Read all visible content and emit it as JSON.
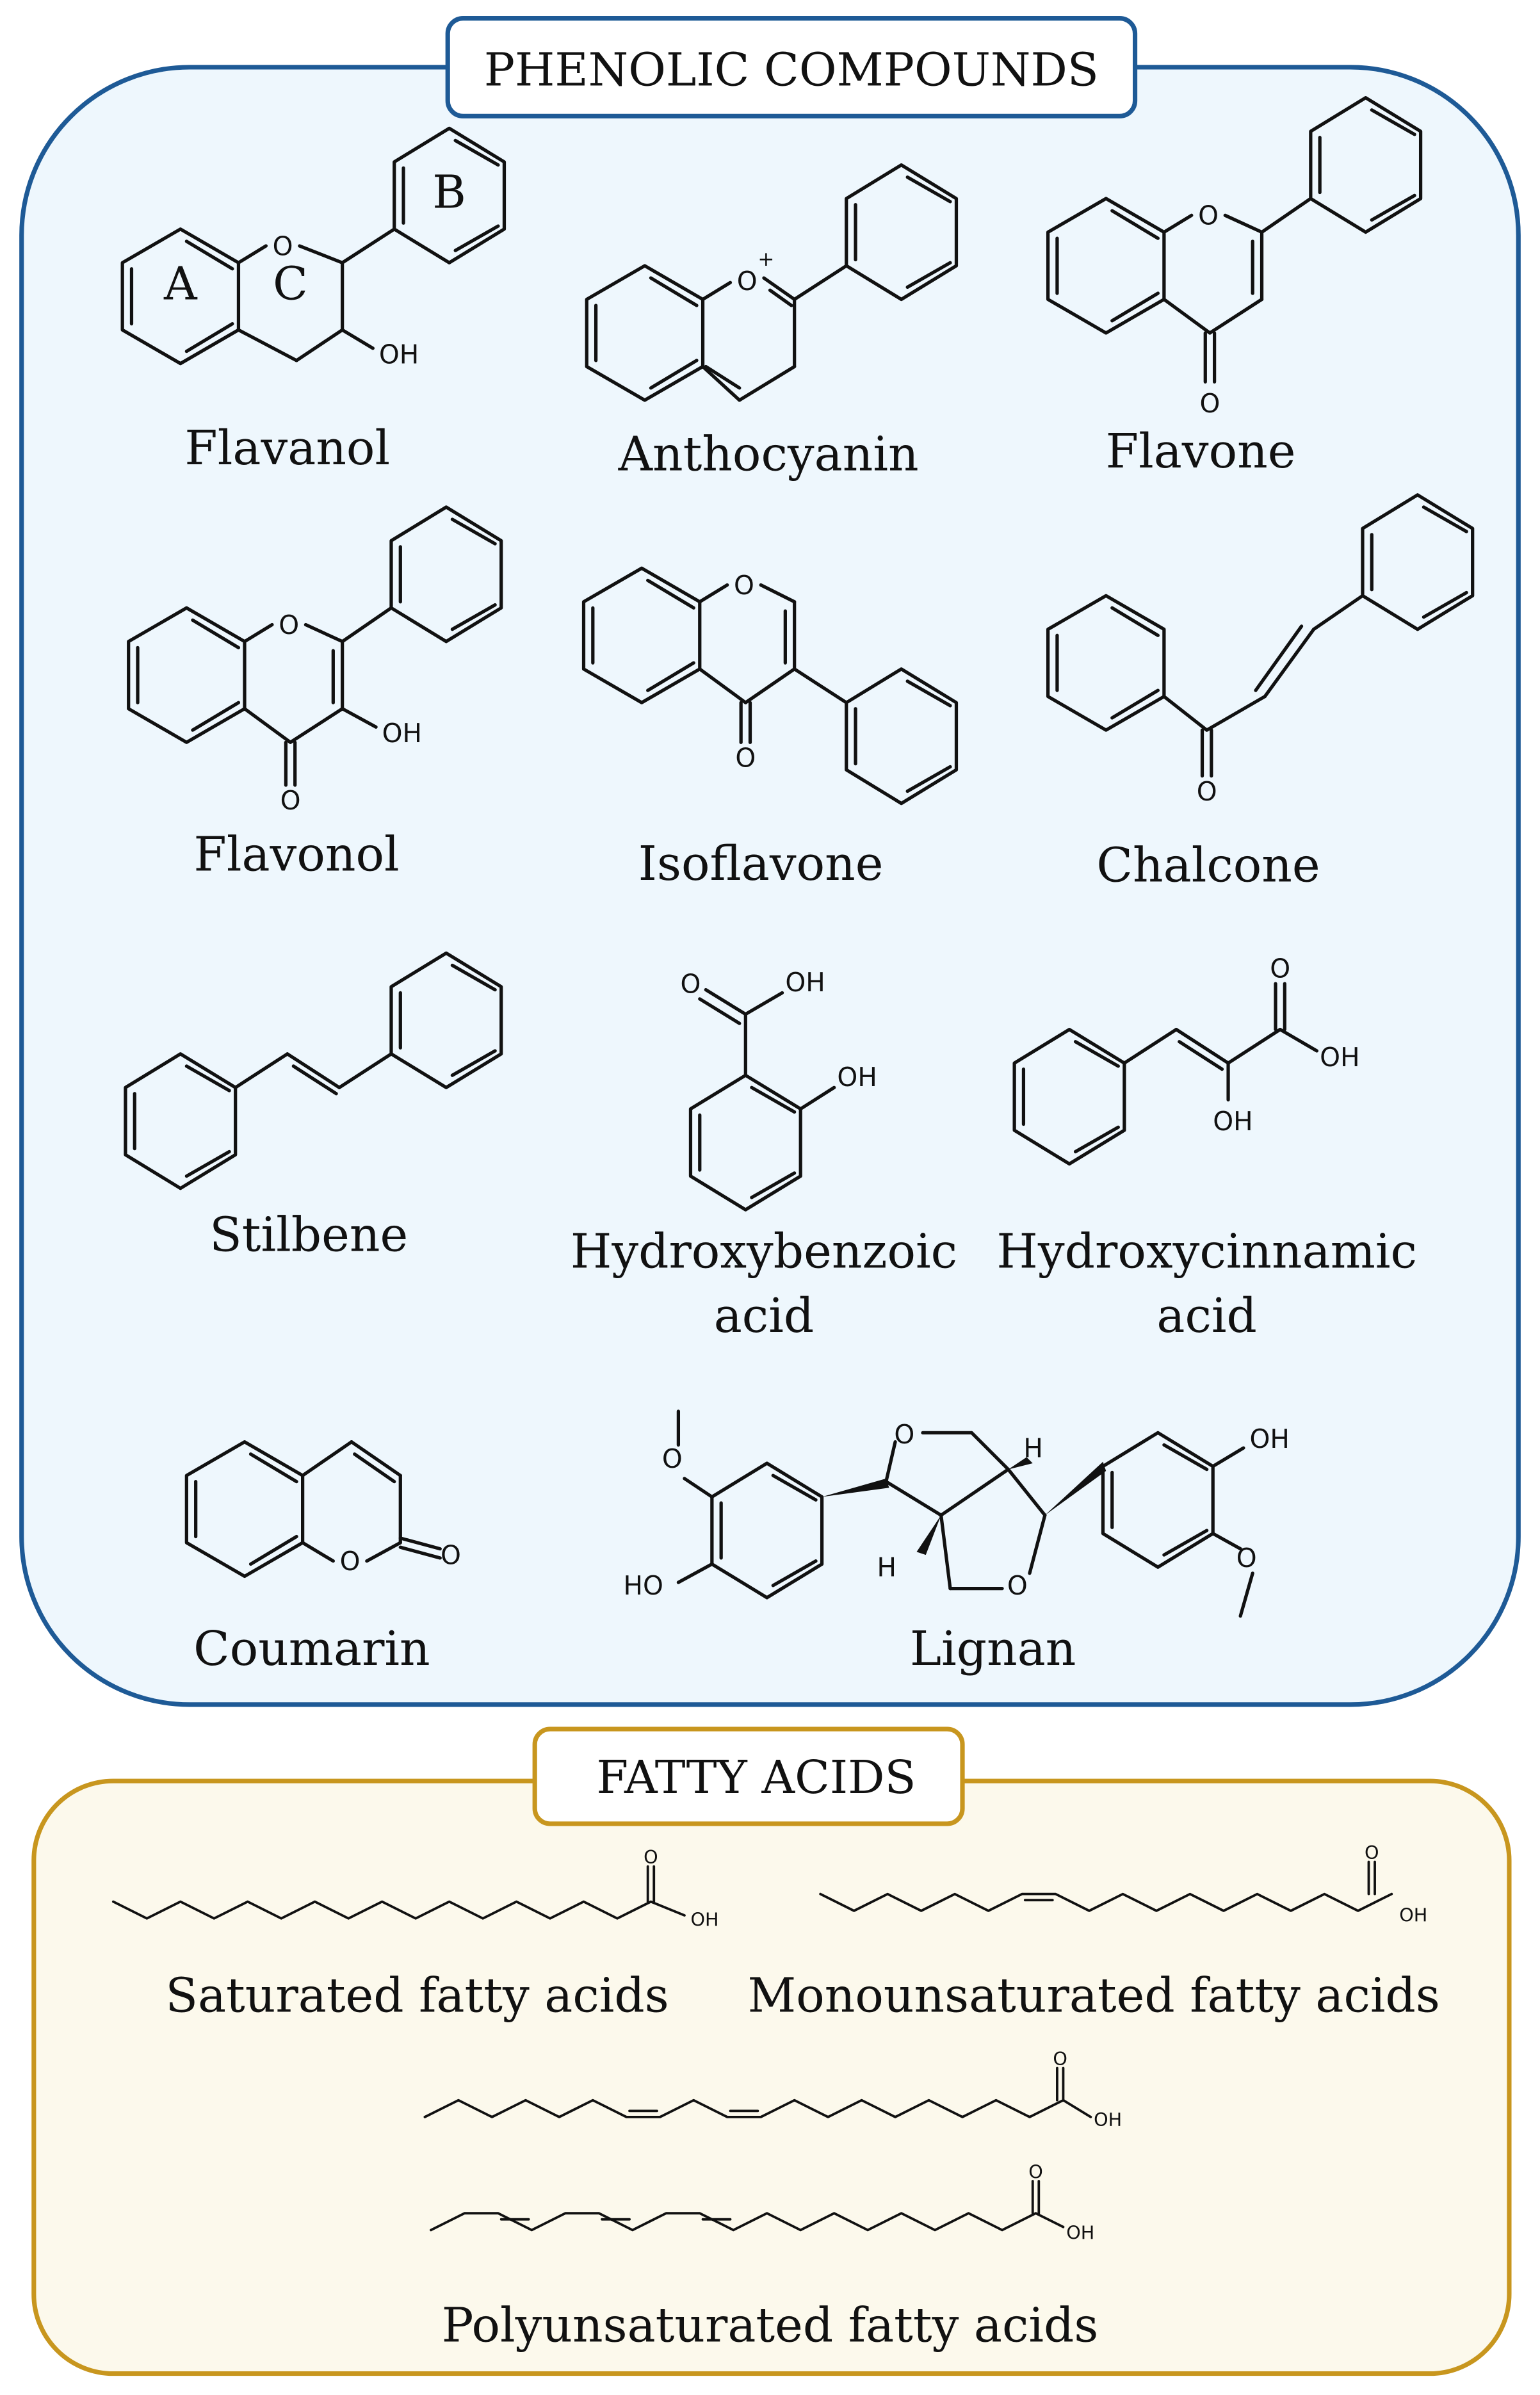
{
  "phenolic": {
    "title": "PHENOLIC COMPOUNDS",
    "border_color": "#1e5a96",
    "fill_color": "#eef7fd",
    "compounds": {
      "flavanol": "Flavanol",
      "anthocyanin": "Anthocyanin",
      "flavone": "Flavone",
      "flavonol": "Flavonol",
      "isoflavone": "Isoflavone",
      "chalcone": "Chalcone",
      "stilbene": "Stilbene",
      "hydroxybenzoic_1": "Hydroxybenzoic",
      "hydroxybenzoic_2": "acid",
      "hydroxycinnamic_1": "Hydroxycinnamic",
      "hydroxycinnamic_2": "acid",
      "coumarin": "Coumarin",
      "lignan": "Lignan"
    },
    "ring_labels": {
      "a": "A",
      "b": "B",
      "c": "C"
    },
    "atoms": {
      "o": "O",
      "o_plus": "O",
      "plus": "+",
      "oh": "OH",
      "ho": "HO",
      "h": "H"
    }
  },
  "fatty": {
    "title": "FATTY ACIDS",
    "border_color": "#c8961e",
    "fill_color": "#fcf9ec",
    "saturated": "Saturated fatty acids",
    "monounsaturated": "Monounsaturated fatty acids",
    "polyunsaturated": "Polyunsaturated fatty acids"
  }
}
